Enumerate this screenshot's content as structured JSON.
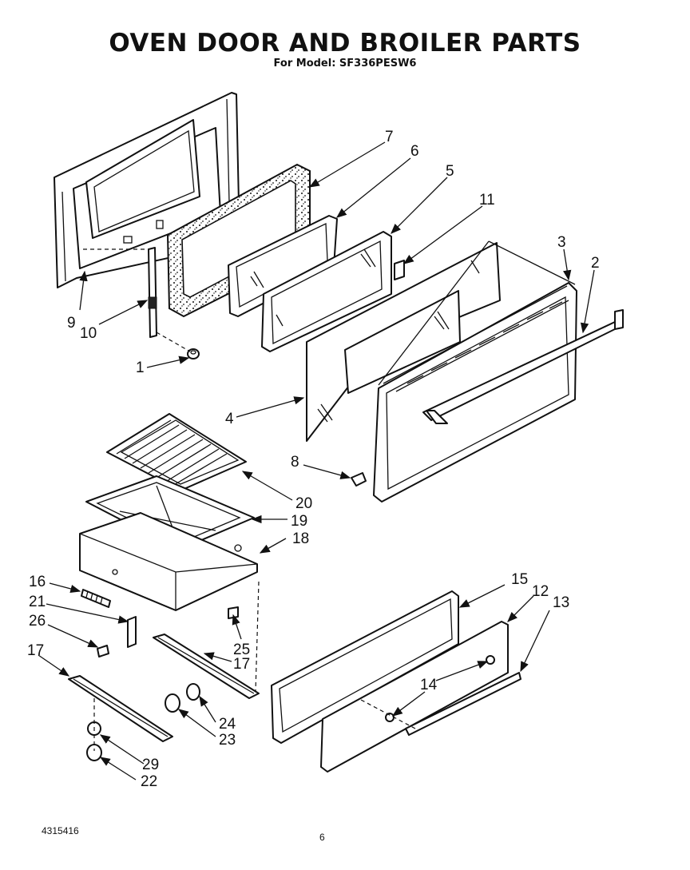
{
  "header": {
    "title": "OVEN DOOR AND BROILER PARTS",
    "subtitle": "For Model: SF336PESW6"
  },
  "footer": {
    "doc_number": "4315416",
    "page_number": "6"
  },
  "callouts": {
    "c1": "1",
    "c2": "2",
    "c3": "3",
    "c4": "4",
    "c5": "5",
    "c6": "6",
    "c7": "7",
    "c8": "8",
    "c9": "9",
    "c10": "10",
    "c11": "11",
    "c12": "12",
    "c13": "13",
    "c14": "14",
    "c15": "15",
    "c16": "16",
    "c17a": "17",
    "c17b": "17",
    "c18": "18",
    "c19": "19",
    "c20": "20",
    "c21": "21",
    "c22": "22",
    "c23": "23",
    "c24": "24",
    "c25": "25",
    "c26": "26",
    "c29": "29"
  }
}
